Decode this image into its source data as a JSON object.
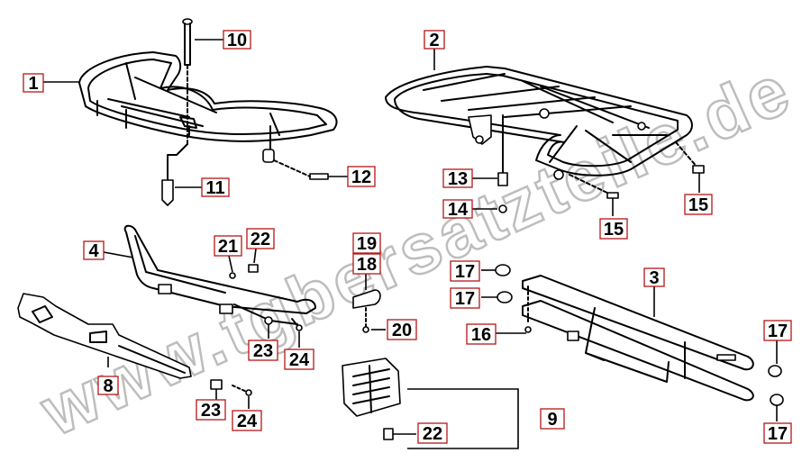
{
  "watermark": "www.tgbersatzteile.de",
  "callouts": [
    {
      "id": "c1",
      "label": "1"
    },
    {
      "id": "c2",
      "label": "2"
    },
    {
      "id": "c3",
      "label": "3"
    },
    {
      "id": "c4",
      "label": "4"
    },
    {
      "id": "c8",
      "label": "8"
    },
    {
      "id": "c9",
      "label": "9"
    },
    {
      "id": "c10",
      "label": "10"
    },
    {
      "id": "c11",
      "label": "11"
    },
    {
      "id": "c12",
      "label": "12"
    },
    {
      "id": "c13",
      "label": "13"
    },
    {
      "id": "c14",
      "label": "14"
    },
    {
      "id": "c15a",
      "label": "15"
    },
    {
      "id": "c15b",
      "label": "15"
    },
    {
      "id": "c16",
      "label": "16"
    },
    {
      "id": "c17a",
      "label": "17"
    },
    {
      "id": "c17b",
      "label": "17"
    },
    {
      "id": "c17c",
      "label": "17"
    },
    {
      "id": "c17d",
      "label": "17"
    },
    {
      "id": "c18",
      "label": "18"
    },
    {
      "id": "c19",
      "label": "19"
    },
    {
      "id": "c20",
      "label": "20"
    },
    {
      "id": "c21",
      "label": "21"
    },
    {
      "id": "c22a",
      "label": "22"
    },
    {
      "id": "c22b",
      "label": "22"
    },
    {
      "id": "c23a",
      "label": "23"
    },
    {
      "id": "c23b",
      "label": "23"
    },
    {
      "id": "c24a",
      "label": "24"
    },
    {
      "id": "c24b",
      "label": "24"
    }
  ]
}
